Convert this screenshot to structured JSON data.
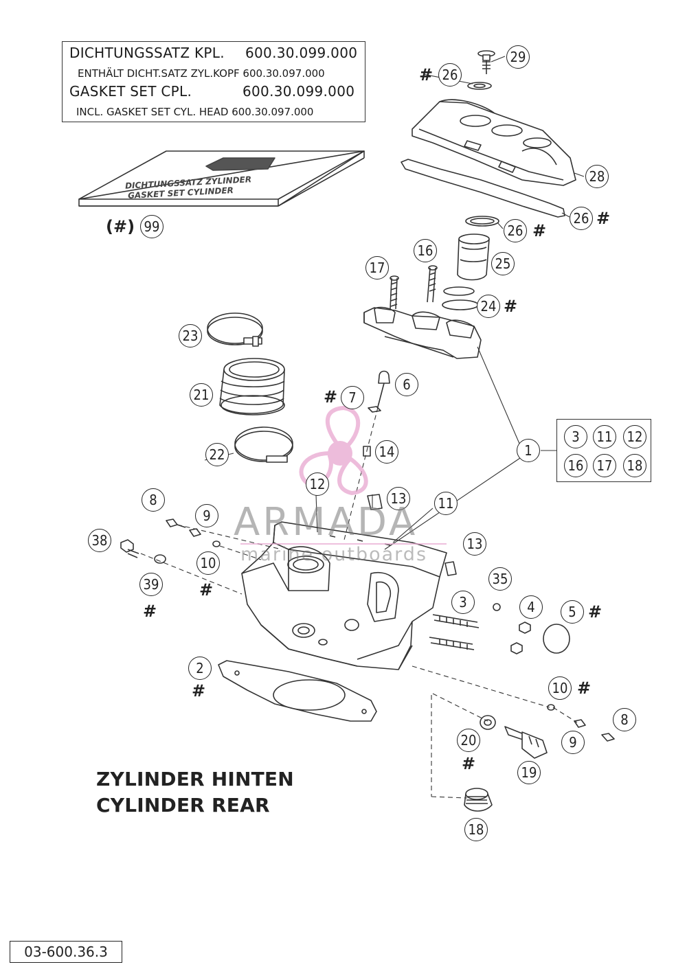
{
  "gasket_set_box": {
    "line1_label": "DICHTUNGSSATZ KPL.",
    "line1_number": "600.30.099.000",
    "line2_text": "ENTHÄLT DICHT.SATZ ZYL.KOPF  600.30.097.000",
    "line3_label": "GASKET SET CPL.",
    "line3_number": "600.30.099.000",
    "line4_text": "INCL. GASKET SET CYL. HEAD  600.30.097.000"
  },
  "gasket_kit": {
    "line1": "DICHTUNGSSATZ ZYLINDER",
    "line2": "GASKET SET CYLINDER",
    "hash_label": "(#)",
    "part_number": "99"
  },
  "callouts": {
    "c29": "29",
    "c26a": "26",
    "c28": "28",
    "c26b": "26",
    "c26c": "26",
    "c25": "25",
    "c16": "16",
    "c17": "17",
    "c24": "24",
    "c23": "23",
    "c21": "21",
    "c22": "22",
    "c6": "6",
    "c7": "7",
    "c14": "14",
    "c1": "1",
    "c12": "12",
    "c13a": "13",
    "c11": "11",
    "c13b": "13",
    "c8a": "8",
    "c9a": "9",
    "c38": "38",
    "c10a": "10",
    "c39": "39",
    "c35": "35",
    "c3": "3",
    "c4": "4",
    "c5": "5",
    "c2": "2",
    "c10b": "10",
    "c8b": "8",
    "c9b": "9",
    "c20": "20",
    "c19": "19",
    "c18": "18"
  },
  "reference_group": {
    "items": [
      "3",
      "11",
      "12",
      "16",
      "17",
      "18"
    ]
  },
  "hash_symbol": "#",
  "caption": {
    "line1": "ZYLINDER HINTEN",
    "line2": "CYLINDER REAR"
  },
  "drawing_code": "03-600.36.3",
  "watermark": {
    "name": "ARMADA",
    "subtitle": "marine outboards",
    "accent_color": "#e8a6cf"
  }
}
